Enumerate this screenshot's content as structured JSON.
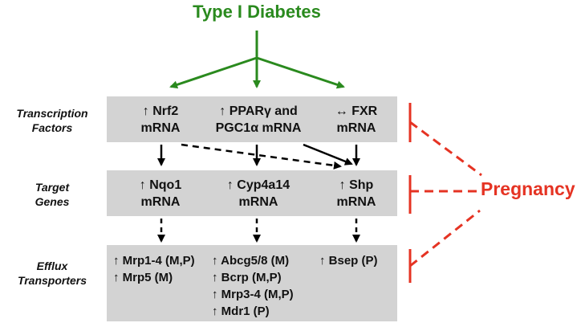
{
  "title": "Type I Diabetes",
  "modifier": "Pregnancy",
  "colors": {
    "diabetes": "#2a8a1e",
    "pregnancy": "#e53323",
    "box": "#d3d3d3",
    "text": "#111111"
  },
  "rows": {
    "transcription": {
      "label": [
        "Transcription",
        "Factors"
      ],
      "items": [
        [
          "↑ Nrf2",
          "mRNA"
        ],
        [
          "↑ PPARγ and",
          "PGC1α mRNA"
        ],
        [
          "↔ FXR",
          "mRNA"
        ]
      ]
    },
    "target": {
      "label": [
        "Target",
        "Genes"
      ],
      "items": [
        [
          "↑ Nqo1",
          "mRNA"
        ],
        [
          "↑ Cyp4a14",
          "mRNA"
        ],
        [
          "↑ Shp",
          "mRNA"
        ]
      ]
    },
    "efflux": {
      "label": [
        "Efflux",
        "Transporters"
      ],
      "items": [
        [
          "↑ Mrp1-4 (M,P)",
          "↑ Mrp5 (M)"
        ],
        [
          "↑ Abcg5/8 (M)",
          "↑ Bcrp (M,P)",
          "↑ Mrp3-4 (M,P)",
          "↑ Mdr1 (P)"
        ],
        [
          "↑ Bsep (P)"
        ]
      ]
    }
  }
}
